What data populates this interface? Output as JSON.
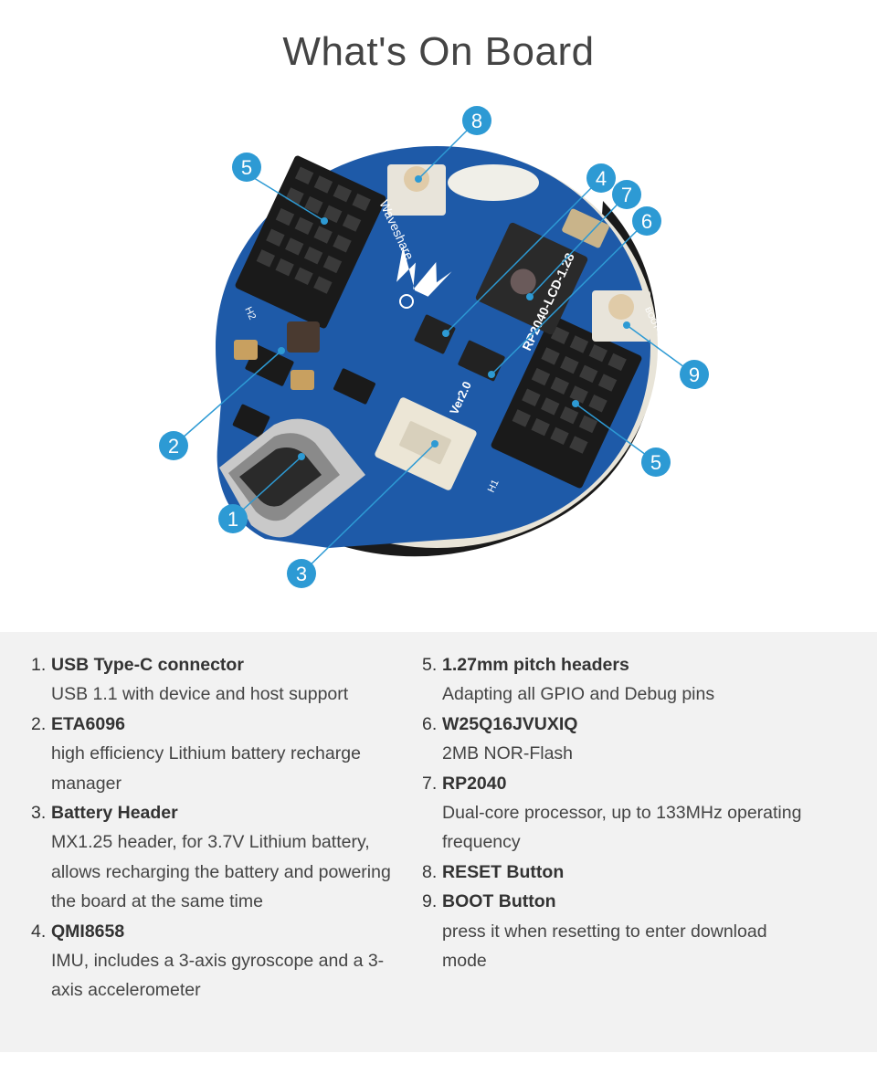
{
  "page": {
    "title": "What's On Board"
  },
  "board": {
    "brand": "Waveshare",
    "model": "RP2040-LCD-1.28",
    "version": "Ver2.0",
    "h1": "H1",
    "h2": "H2",
    "boot": "BOOT"
  },
  "callouts": [
    "1",
    "2",
    "3",
    "4",
    "5",
    "5",
    "6",
    "7",
    "8",
    "9"
  ],
  "items": [
    {
      "num": "1.",
      "name": "USB Type-C connector",
      "desc": "USB 1.1 with device and host support"
    },
    {
      "num": "2.",
      "name": "ETA6096",
      "desc": "high efficiency Lithium battery recharge manager"
    },
    {
      "num": "3.",
      "name": "Battery Header",
      "desc": "MX1.25 header, for 3.7V Lithium battery, allows recharging the battery and powering the board at the same time"
    },
    {
      "num": "4.",
      "name": "QMI8658",
      "desc": "IMU, includes a 3-axis gyroscope and a 3-axis accelerometer"
    },
    {
      "num": "5.",
      "name": "1.27mm pitch headers",
      "desc": "Adapting all GPIO and Debug pins"
    },
    {
      "num": "6.",
      "name": "W25Q16JVUXIQ",
      "desc": "2MB NOR-Flash"
    },
    {
      "num": "7.",
      "name": "RP2040",
      "desc": "Dual-core processor, up to 133MHz operating frequency"
    },
    {
      "num": "8.",
      "name": "RESET Button",
      "desc": ""
    },
    {
      "num": "9.",
      "name": "BOOT Button",
      "desc": "press it when resetting to enter download mode"
    }
  ]
}
